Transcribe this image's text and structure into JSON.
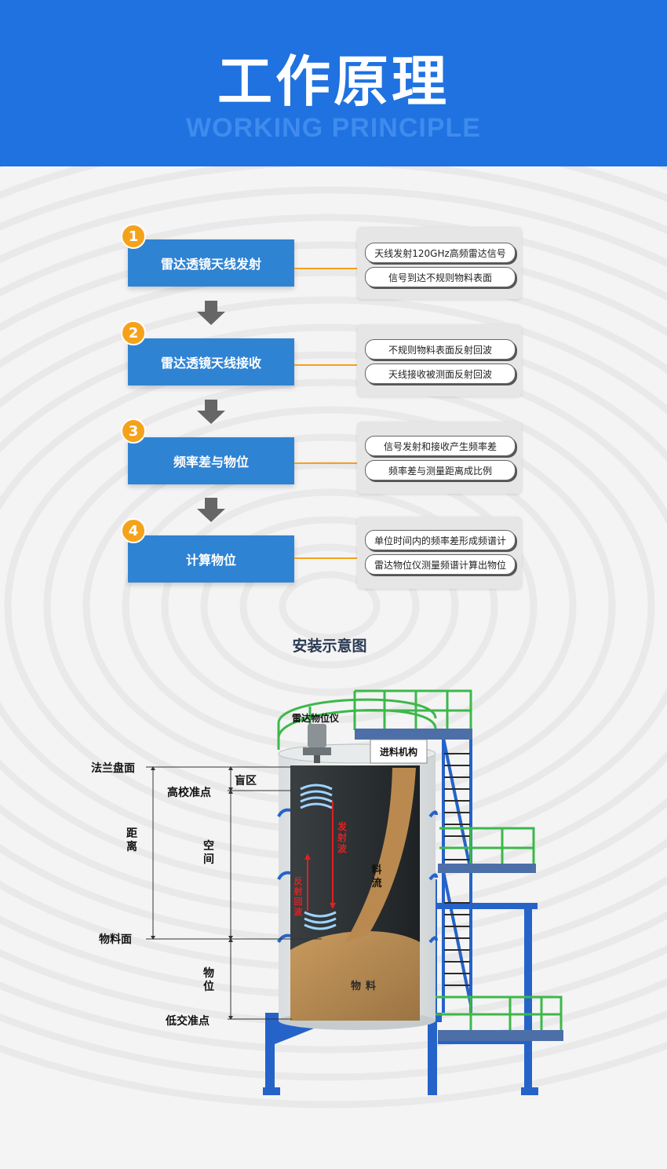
{
  "header": {
    "title": "工作原理",
    "subtitle": "WORKING PRINCIPLE"
  },
  "steps": [
    {
      "num": "1",
      "label": "雷达透镜天线发射",
      "details": [
        "天线发射120GHz高频雷达信号",
        "信号到达不规则物料表面"
      ]
    },
    {
      "num": "2",
      "label": "雷达透镜天线接收",
      "details": [
        "不规则物料表面反射回波",
        "天线接收被测面反射回波"
      ]
    },
    {
      "num": "3",
      "label": "频率差与物位",
      "details": [
        "信号发射和接收产生频率差",
        "频率差与测量距离成比例"
      ]
    },
    {
      "num": "4",
      "label": "计算物位",
      "details": [
        "单位时间内的频率差形成频谱计",
        "雷达物位仪测量频谱计算出物位"
      ]
    }
  ],
  "diagram": {
    "title": "安装示意图",
    "labels": {
      "flange": "法兰盘面",
      "high_point": "高校准点",
      "blind_zone": "盲区",
      "distance": "距离",
      "space": "空间",
      "material_surface": "物料面",
      "level": "物位",
      "low_point": "低交准点",
      "radar": "雷达物位仪",
      "feed": "进料机构",
      "emit_wave": "发射波",
      "echo_wave": "反射回波",
      "flow": "料流",
      "material": "物料"
    }
  },
  "colors": {
    "header_bg": "#1f72e0",
    "step_box": "#2f83d3",
    "accent": "#f5a21b",
    "frame_blue": "#2563c9",
    "rail_green": "#3cb84a"
  }
}
